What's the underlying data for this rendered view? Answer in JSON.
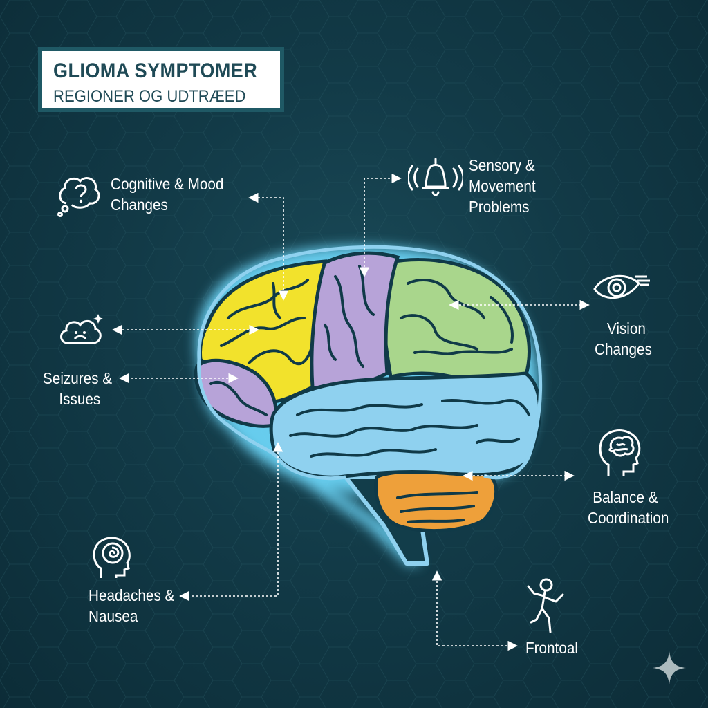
{
  "title": {
    "heading": "GLIOMA SYMPTOMER",
    "subheading": "REGIONER OG UDTRÆED"
  },
  "labels": {
    "cognitive": [
      "Cognitive & Mood",
      "Changes"
    ],
    "seizures": [
      "Seizures &",
      "Issues"
    ],
    "headaches": [
      "Headaches &",
      "Nausea"
    ],
    "sensory": [
      "Sensory &",
      "Movement",
      "Problems"
    ],
    "vision": [
      "Vision",
      "Changes"
    ],
    "balance": [
      "Balance &",
      "Coordination"
    ],
    "frontal": [
      "Frontoal"
    ]
  },
  "colors": {
    "frontal_lobe": "#f2e22c",
    "parietal_lobe": "#b7a3d8",
    "occipital_lobe": "#a9d68c",
    "temporal_lobe": "#8fd1ef",
    "cerebellum": "#eea03a",
    "outline": "#103a48",
    "glow": "#7fe0ff"
  },
  "icons": [
    "thought-bubble-question-icon",
    "sad-cloud-icon",
    "head-spiral-icon",
    "bell-alert-icon",
    "eye-icon",
    "head-brain-icon",
    "dancing-figure-icon",
    "sparkle-icon"
  ]
}
